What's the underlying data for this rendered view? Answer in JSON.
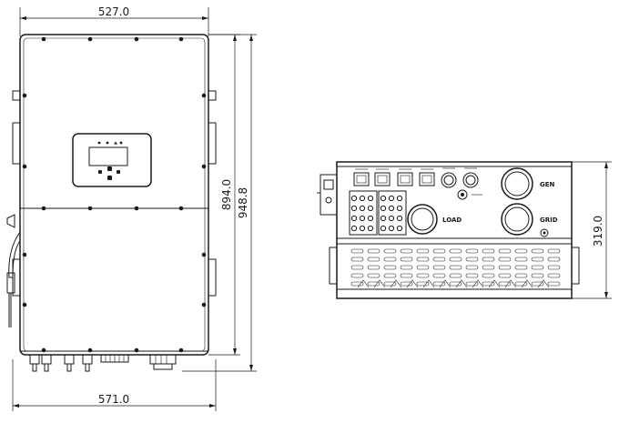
{
  "front_view": {
    "width_label": "527.0",
    "overall_width_label": "571.0",
    "body_height_label": "894.0",
    "overall_height_label": "948.8"
  },
  "side_view": {
    "depth_label": "319.0",
    "port_labels": {
      "load": "LOAD",
      "gen": "GEN",
      "grid": "GRID"
    }
  }
}
